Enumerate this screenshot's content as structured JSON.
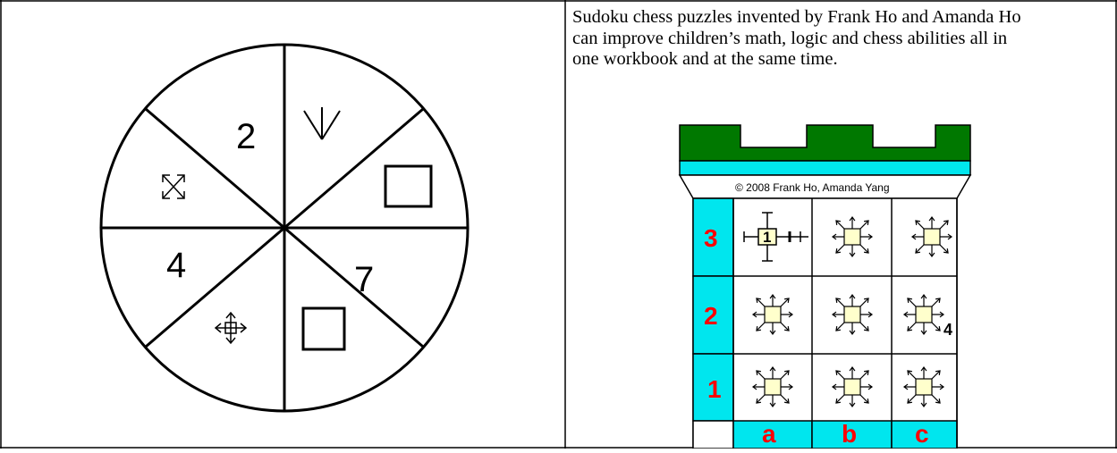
{
  "description": "Sudoku chess puzzles invented by Frank Ho and Amanda Ho can improve children’s math, logic and chess abilities all in one workbook and at the same time.",
  "wheel": {
    "numbers": [
      "2",
      "4",
      "7"
    ],
    "icons": [
      "down-arrow-icon",
      "square-icon",
      "diagonal-arrows-icon",
      "four-way-arrows-icon",
      "square-icon"
    ]
  },
  "puzzle": {
    "copyright": "© 2008  Frank Ho, Amanda Yang",
    "rank_labels": [
      "3",
      "2",
      "1"
    ],
    "file_labels": [
      "a",
      "b",
      "c"
    ],
    "marked_number": "1",
    "corner_number": "4",
    "colors": {
      "tower_green": "#007800",
      "band_cyan": "#00e6ee",
      "label_red": "#ff0000",
      "piece_yellow": "#ffffcc"
    }
  }
}
